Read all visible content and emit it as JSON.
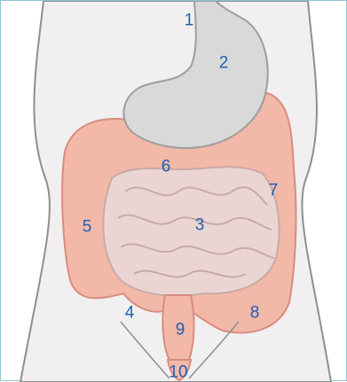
{
  "colors": {
    "frame": "#8fc3d6",
    "body_fill": "#f1efef",
    "body_outline": "#8f8f8f",
    "stomach": "#d9d9d9",
    "colon": "#f2b8a8",
    "small_intestine": "#ead5d3",
    "label_text": "#1f5fb4"
  },
  "labels": [
    "1",
    "2",
    "3",
    "4",
    "5",
    "6",
    "7",
    "8",
    "9",
    "10"
  ]
}
